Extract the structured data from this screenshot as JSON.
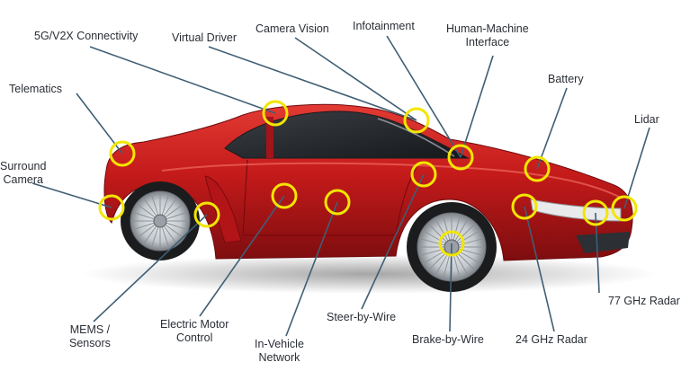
{
  "image": {
    "subject": "red sports car",
    "marker_color": "#f2e600",
    "leader_color": "#3f5e74",
    "car_color": "#c41a1a"
  },
  "labels": [
    {
      "id": "connectivity",
      "text": "5G/V2X Connectivity"
    },
    {
      "id": "virtual-driver",
      "text": "Virtual Driver"
    },
    {
      "id": "camera-vision",
      "text": "Camera Vision"
    },
    {
      "id": "infotainment",
      "text": "Infotainment"
    },
    {
      "id": "hmi",
      "lines": [
        "Human-Machine",
        "Interface"
      ]
    },
    {
      "id": "battery",
      "text": "Battery"
    },
    {
      "id": "telematics",
      "text": "Telematics"
    },
    {
      "id": "lidar",
      "text": "Lidar"
    },
    {
      "id": "surround-camera",
      "lines": [
        "Surround",
        "Camera"
      ]
    },
    {
      "id": "mems-sensors",
      "lines": [
        "MEMS /",
        "Sensors"
      ]
    },
    {
      "id": "electric-motor-control",
      "lines": [
        "Electric Motor",
        "Control"
      ]
    },
    {
      "id": "in-vehicle-network",
      "lines": [
        "In-Vehicle",
        "Network"
      ]
    },
    {
      "id": "steer-by-wire",
      "text": "Steer-by-Wire"
    },
    {
      "id": "brake-by-wire",
      "text": "Brake-by-Wire"
    },
    {
      "id": "radar-24",
      "text": "24 GHz Radar"
    },
    {
      "id": "radar-77",
      "text": "77 GHz Radar"
    }
  ]
}
